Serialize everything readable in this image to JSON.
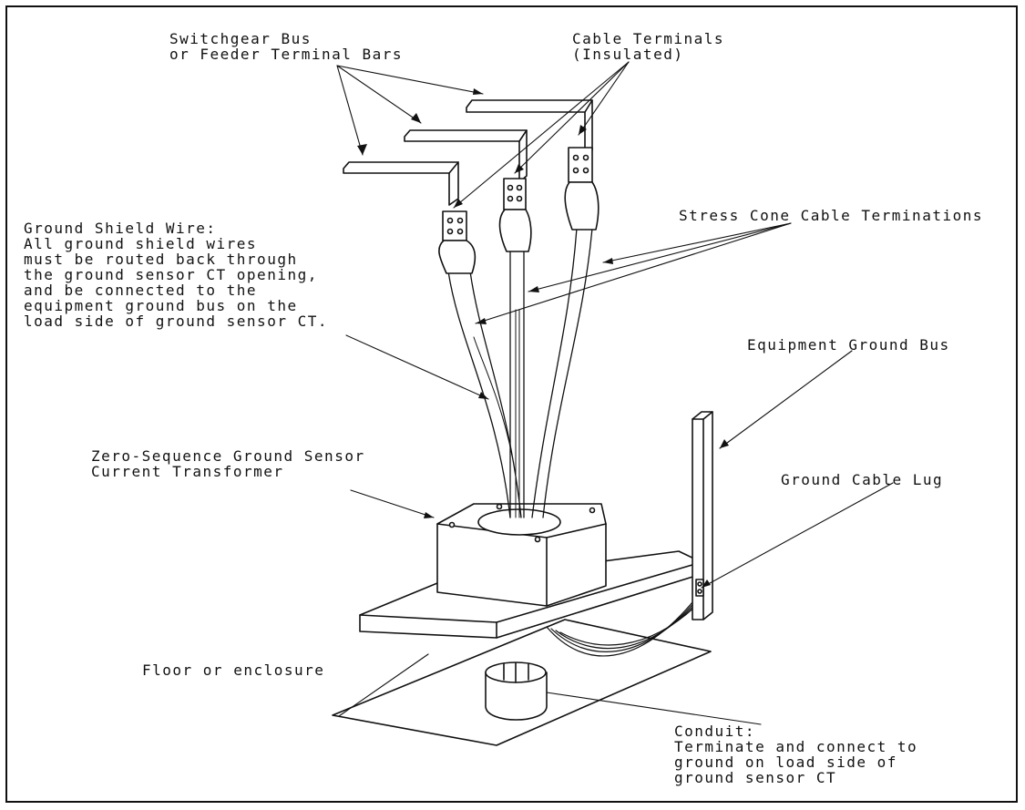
{
  "labels": {
    "switchgear_bus": [
      "Switchgear Bus",
      "or Feeder Terminal Bars"
    ],
    "cable_terminals": [
      "Cable Terminals",
      "(Insulated)"
    ],
    "stress_cone": "Stress Cone Cable Terminations",
    "ground_shield": [
      "Ground Shield Wire:",
      "All ground shield wires",
      "must be routed back through",
      "the ground sensor CT opening,",
      "and be connected to the",
      "equipment ground bus on the",
      "load side of ground sensor CT."
    ],
    "equipment_ground_bus": "Equipment Ground Bus",
    "zero_sequence": [
      "Zero-Sequence Ground Sensor",
      "Current Transformer"
    ],
    "ground_cable_lug": "Ground Cable Lug",
    "floor": "Floor or enclosure",
    "conduit": [
      "Conduit:",
      "Terminate and connect to",
      "ground on load side of",
      "ground sensor CT"
    ]
  }
}
